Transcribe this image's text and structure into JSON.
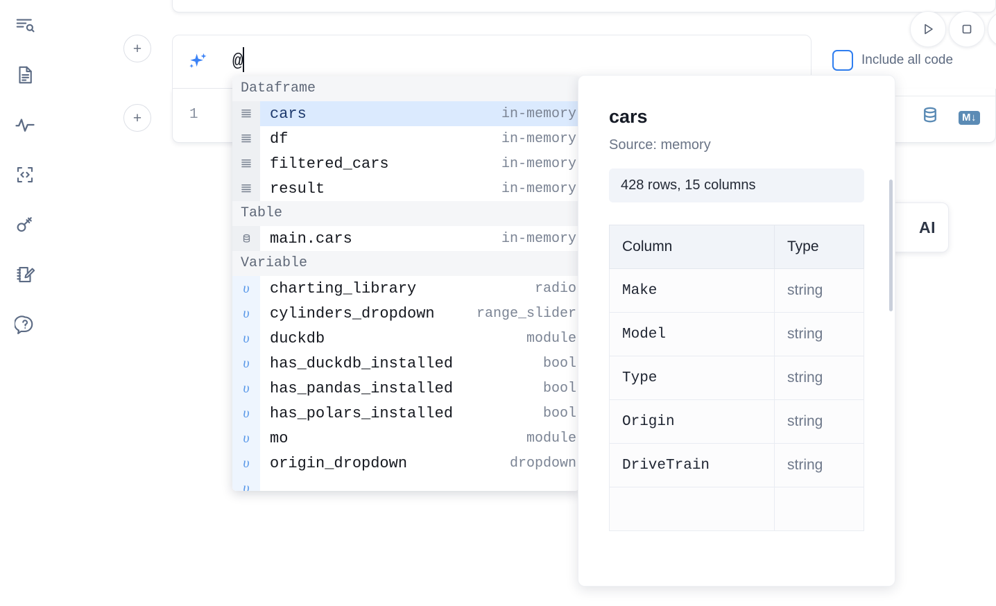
{
  "sidebar": {
    "items": [
      {
        "name": "explore-outline-icon",
        "label": "Outline / Search"
      },
      {
        "name": "document-icon",
        "label": "Notebook file"
      },
      {
        "name": "activity-icon",
        "label": "Activity"
      },
      {
        "name": "code-snippet-icon",
        "label": "Snippets"
      },
      {
        "name": "key-icon",
        "label": "Secrets"
      },
      {
        "name": "scratchpad-icon",
        "label": "Scratchpad"
      },
      {
        "name": "help-chat-icon",
        "label": "Help"
      }
    ]
  },
  "toolbar": {
    "run_label": "Run",
    "stop_label": "Stop",
    "more_label": "More",
    "include_all_code_label": "Include all code",
    "include_all_code_checked": false,
    "ai_pill_label": "AI"
  },
  "prompt": {
    "icon": "sparkle-icon",
    "value": "@",
    "placeholder": ""
  },
  "editor": {
    "line_number": "1",
    "database_icon_label": "Database",
    "markdown_icon_label": "M↓"
  },
  "autocomplete": {
    "groups": [
      {
        "label": "Dataframe",
        "icon": "dataframe-icon",
        "kind": "dataframe",
        "items": [
          {
            "name": "cars",
            "type": "in-memory",
            "selected": true
          },
          {
            "name": "df",
            "type": "in-memory",
            "selected": false
          },
          {
            "name": "filtered_cars",
            "type": "in-memory",
            "selected": false
          },
          {
            "name": "result",
            "type": "in-memory",
            "selected": false
          }
        ]
      },
      {
        "label": "Table",
        "icon": "table-db-icon",
        "kind": "table",
        "items": [
          {
            "name": "main.cars",
            "type": "in-memory",
            "selected": false
          }
        ]
      },
      {
        "label": "Variable",
        "icon": "variable-icon",
        "kind": "variable",
        "items": [
          {
            "name": "charting_library",
            "type": "radio",
            "selected": false
          },
          {
            "name": "cylinders_dropdown",
            "type": "range_slider",
            "selected": false
          },
          {
            "name": "duckdb",
            "type": "module",
            "selected": false
          },
          {
            "name": "has_duckdb_installed",
            "type": "bool",
            "selected": false
          },
          {
            "name": "has_pandas_installed",
            "type": "bool",
            "selected": false
          },
          {
            "name": "has_polars_installed",
            "type": "bool",
            "selected": false
          },
          {
            "name": "mo",
            "type": "module",
            "selected": false
          },
          {
            "name": "origin_dropdown",
            "type": "dropdown",
            "selected": false
          }
        ]
      }
    ]
  },
  "doc_panel": {
    "title": "cars",
    "source": "Source: memory",
    "shape": "428 rows, 15 columns",
    "table": {
      "headers": [
        "Column",
        "Type"
      ],
      "rows": [
        [
          "Make",
          "string"
        ],
        [
          "Model",
          "string"
        ],
        [
          "Type",
          "string"
        ],
        [
          "Origin",
          "string"
        ],
        [
          "DriveTrain",
          "string"
        ]
      ]
    }
  },
  "colors": {
    "accent": "#3b82f6",
    "selection": "#dbeafe",
    "group_header_bg": "#f5f6f8",
    "chip_bg": "#f1f4f9",
    "icon_gray": "#5c6b84",
    "db_icon": "#5b8bb5"
  }
}
